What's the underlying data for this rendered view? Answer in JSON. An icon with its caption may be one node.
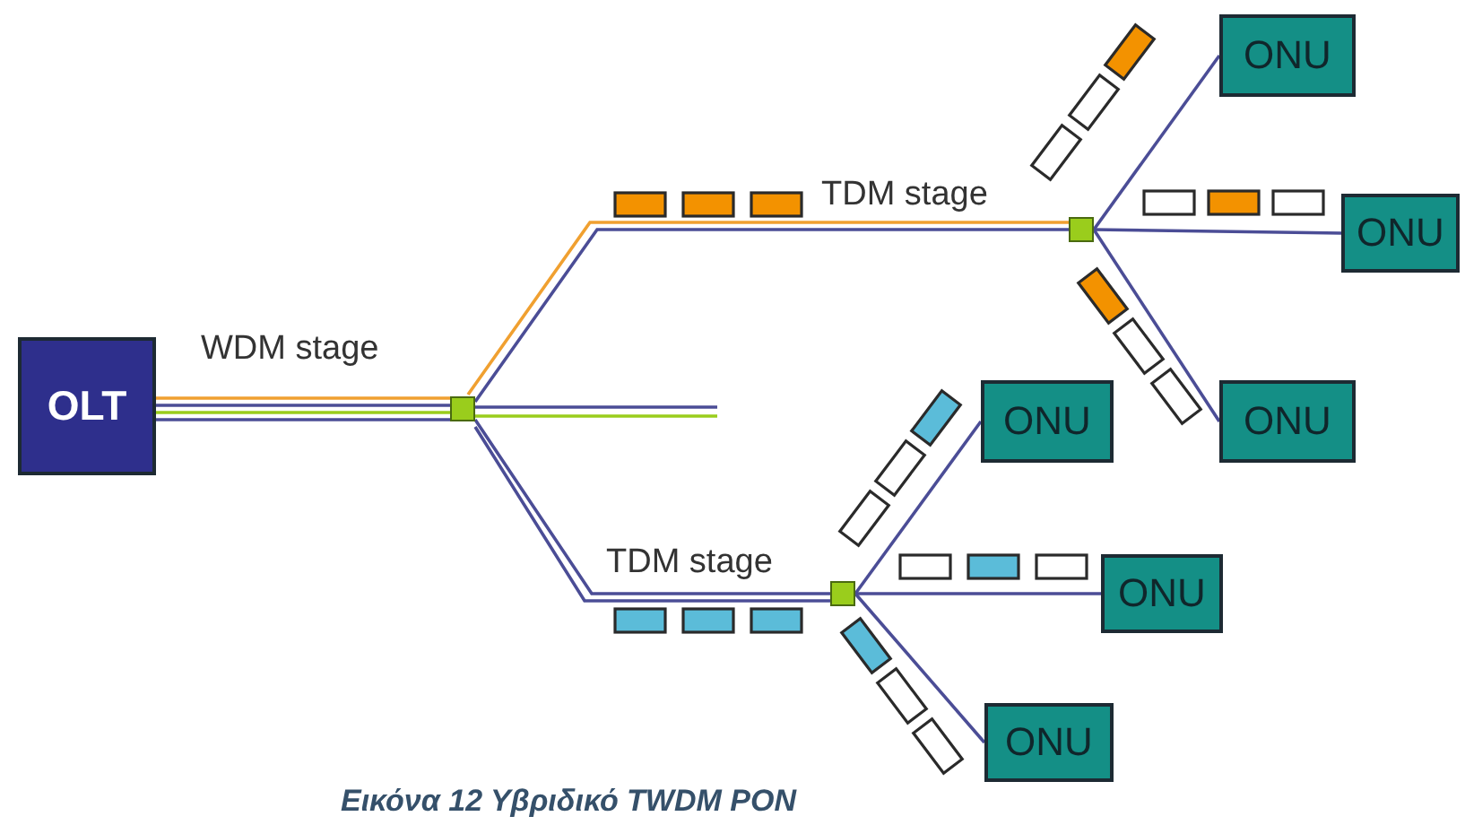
{
  "diagram": {
    "caption": "Εικόνα 12 Υβριδικό TWDM PON",
    "nodes": [
      {
        "text": [
          "OLT"
        ]
      },
      {
        "text": [],
        "shape": "box"
      },
      {
        "text": [],
        "shape": "box"
      },
      {
        "text": [],
        "shape": "box"
      },
      {
        "text": [
          "ONU"
        ]
      },
      {
        "text": [
          "ONU"
        ]
      },
      {
        "text": [
          "ONU"
        ]
      },
      {
        "text": [
          "ONU"
        ]
      },
      {
        "text": [
          "ONU"
        ]
      },
      {
        "text": [
          "ONU"
        ]
      }
    ],
    "edges": [
      {
        "from": 0,
        "to": 1,
        "arrow": "none",
        "color": "#f0a030"
      },
      {
        "from": 0,
        "to": 1,
        "arrow": "none"
      },
      {
        "from": 0,
        "to": 1,
        "arrow": "none",
        "color": "#9acd1c"
      },
      {
        "from": 0,
        "to": 1,
        "arrow": "none"
      },
      {
        "from": 1,
        "to": 2,
        "arrow": "none",
        "color": "#f0a030"
      },
      {
        "from": 1,
        "to": 2,
        "arrow": "none"
      },
      {
        "from": 1,
        "to": 3,
        "arrow": "none"
      },
      {
        "from": 1,
        "to": 3,
        "arrow": "none"
      },
      {
        "from": 1,
        "to": null,
        "arrow": "none"
      },
      {
        "from": 1,
        "to": null,
        "arrow": "none",
        "color": "#9acd1c"
      },
      {
        "from": 2,
        "to": 4,
        "arrow": "none"
      },
      {
        "from": 2,
        "to": 5,
        "arrow": "none"
      },
      {
        "from": 2,
        "to": 6,
        "arrow": "none"
      },
      {
        "from": 3,
        "to": 7,
        "arrow": "none"
      },
      {
        "from": 3,
        "to": 8,
        "arrow": "none"
      },
      {
        "from": 3,
        "to": 9,
        "arrow": "none"
      }
    ],
    "labels": [
      "WDM stage",
      "TDM stage",
      "TDM stage"
    ]
  }
}
